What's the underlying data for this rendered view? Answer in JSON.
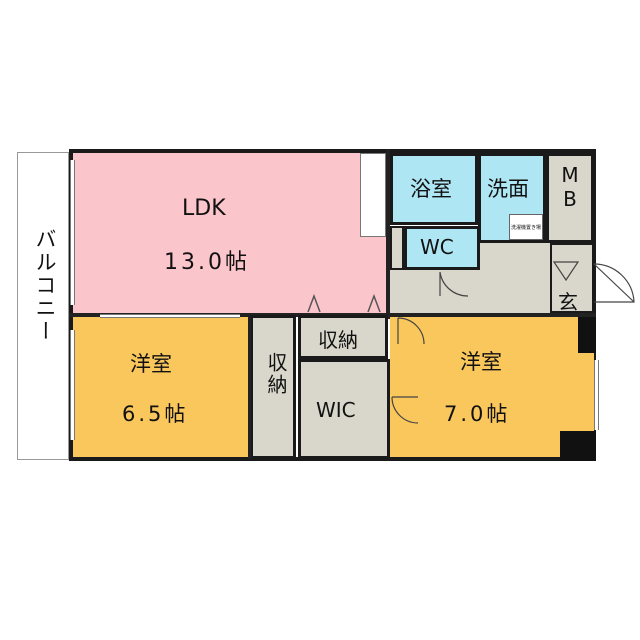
{
  "colors": {
    "ldk": "#fbc5cc",
    "bedroom": "#f9c75c",
    "wet": "#aee6f3",
    "storage": "#d9d6cc",
    "hall": "#d9d6cc",
    "wall": "#1a1a1a"
  },
  "rooms": {
    "balcony": {
      "label": "バルコニー"
    },
    "ldk": {
      "label": "LDK",
      "size": "13.0帖"
    },
    "bath": {
      "label": "浴室"
    },
    "washroom": {
      "label": "洗面",
      "washer_note": "洗濯機置き場"
    },
    "mb": {
      "label": "MB"
    },
    "wc": {
      "label": "WC"
    },
    "entrance": {
      "label": "玄"
    },
    "storage_center": {
      "label": "収納"
    },
    "storage_left": {
      "label": "収納"
    },
    "wic": {
      "label": "WIC"
    },
    "bedroom_left": {
      "label": "洋室",
      "size": "6.5帖"
    },
    "bedroom_right": {
      "label": "洋室",
      "size": "7.0帖"
    }
  }
}
